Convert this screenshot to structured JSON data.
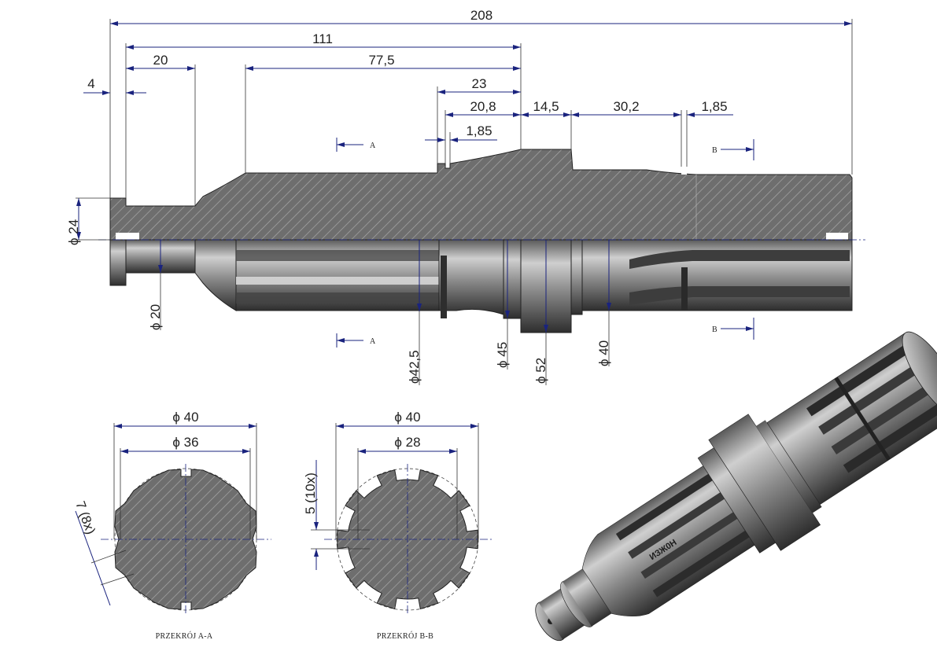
{
  "colors": {
    "dimension": "#1a237e",
    "hatch_fill": "#6e6e6e",
    "hatch_line": "#9a9a9a",
    "steel_dark": "#3a3a3a",
    "steel_light": "#bdbdbd"
  },
  "dimensions": {
    "overall_length": "208",
    "length_111": "111",
    "length_20": "20",
    "length_77_5": "77,5",
    "length_4": "4",
    "length_23": "23",
    "length_20_8": "20,8",
    "length_14_5": "14,5",
    "length_30_2": "30,2",
    "length_1_85_right": "1,85",
    "length_1_85_left": "1,85",
    "dia_24": "ϕ 24",
    "dia_20": "ϕ 20",
    "dia_42_5": "ϕ42,5",
    "dia_45": "ϕ 45",
    "dia_52": "ϕ 52",
    "dia_40": "ϕ 40"
  },
  "section_markers": {
    "a_top": "A",
    "a_bottom": "A",
    "b_top": "B",
    "b_bottom": "B"
  },
  "section_a": {
    "outer_dia": "ϕ 40",
    "inner_dia": "ϕ 36",
    "spline_width": "7 (8x)",
    "caption": "PRZEKRÓJ A-A"
  },
  "section_b": {
    "outer_dia": "ϕ 40",
    "inner_dia": "ϕ 28",
    "spline_width": "5 (10x)",
    "caption": "PRZEKRÓJ B-B"
  },
  "render_label": "ИЗЖ0Н"
}
